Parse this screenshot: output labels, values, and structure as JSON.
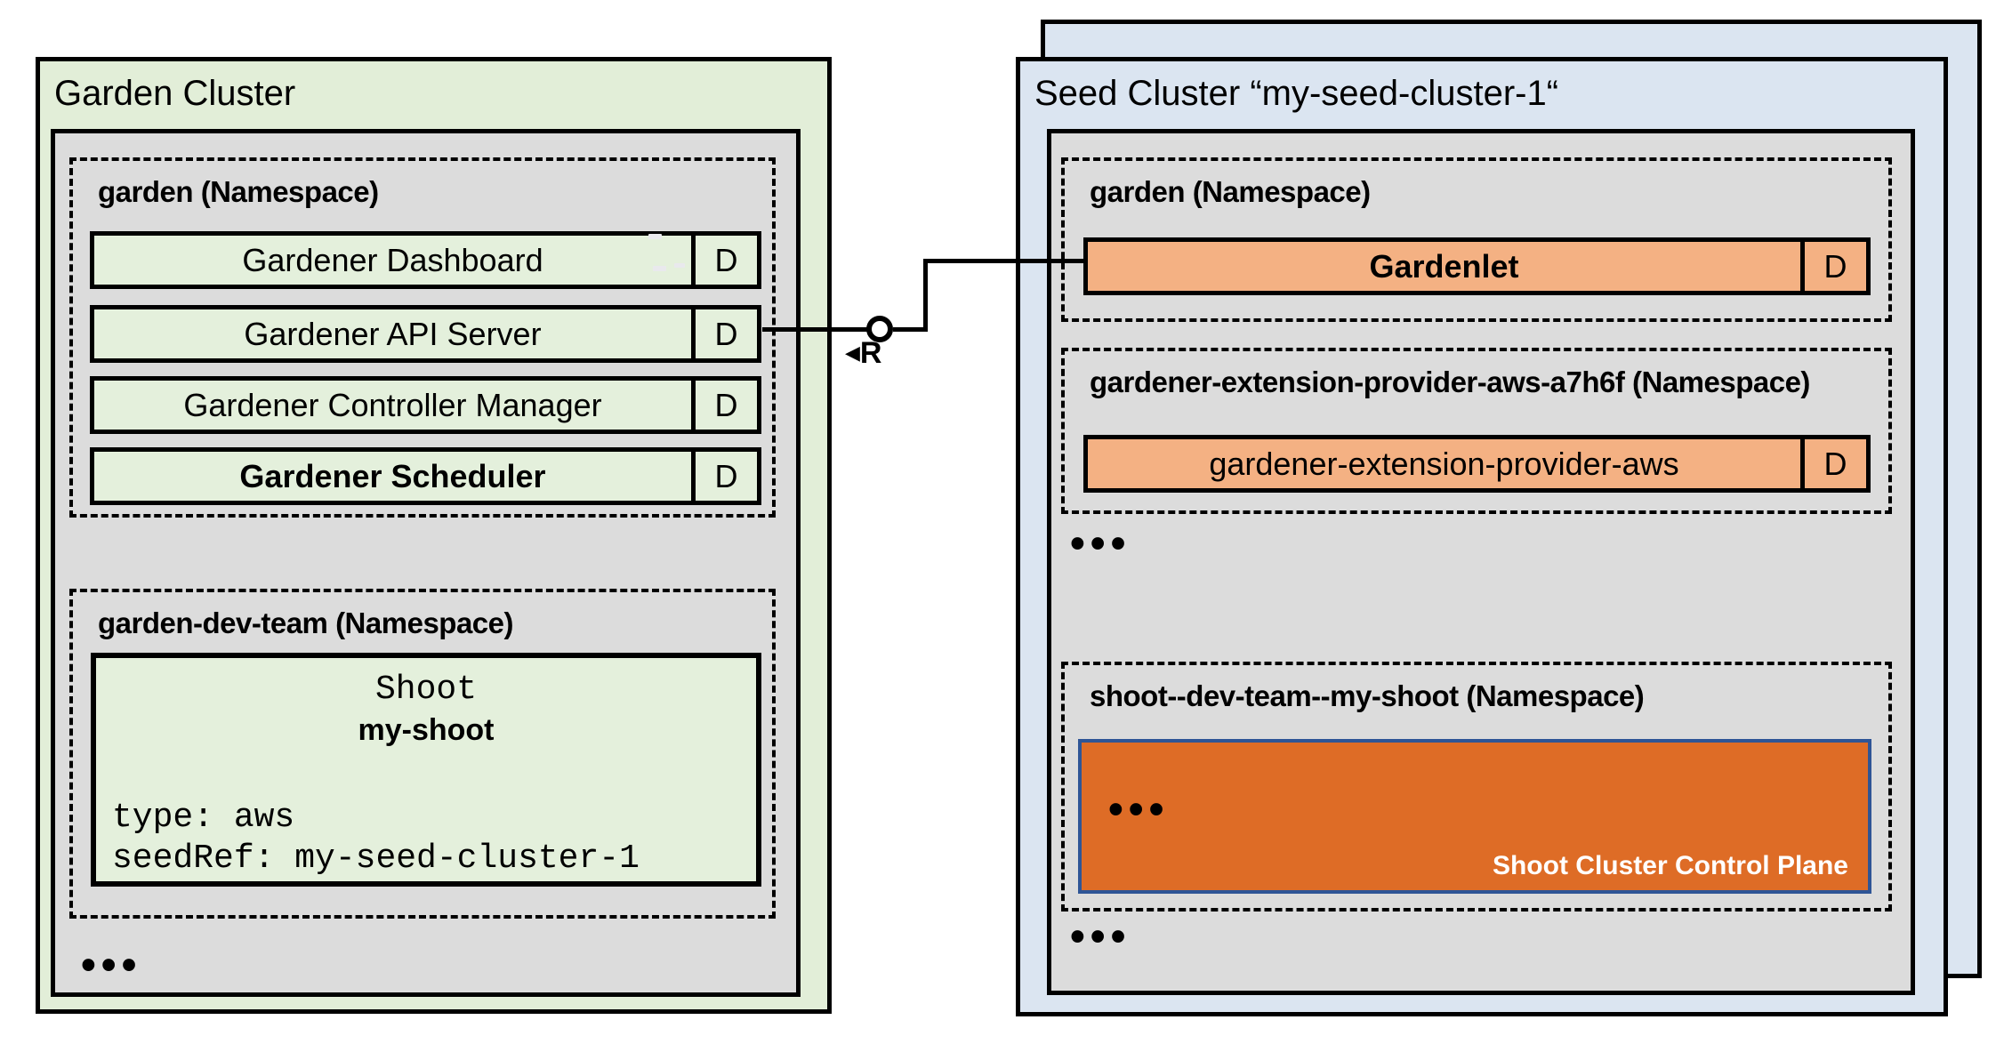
{
  "garden_cluster": {
    "title": "Garden Cluster",
    "garden_namespace": {
      "label": "garden (Namespace)",
      "rows": [
        {
          "label": "Gardener Dashboard",
          "badge": "D"
        },
        {
          "label": "Gardener API Server",
          "badge": "D"
        },
        {
          "label": "Gardener Controller Manager",
          "badge": "D"
        },
        {
          "label": "Gardener Scheduler",
          "badge": "D"
        }
      ]
    },
    "dev_namespace": {
      "label": "garden-dev-team (Namespace)",
      "shoot": {
        "kind": "Shoot",
        "name": "my-shoot",
        "line1": "type: aws",
        "line2": "seedRef: my-seed-cluster-1"
      }
    },
    "ellipsis": "•••"
  },
  "seed_cluster": {
    "title": "Seed Cluster “my-seed-cluster-1“",
    "garden_namespace": {
      "label": "garden (Namespace)",
      "row": {
        "label": "Gardenlet",
        "badge": "D"
      }
    },
    "extension_namespace": {
      "label": "gardener-extension-provider-aws-a7h6f (Namespace)",
      "row": {
        "label": "gardener-extension-provider-aws",
        "badge": "D"
      }
    },
    "ellipsis_mid": "•••",
    "shoot_namespace": {
      "label": "shoot--dev-team--my-shoot (Namespace)",
      "control_plane": {
        "ellipsis": "•••",
        "label": "Shoot Cluster Control Plane"
      }
    },
    "ellipsis_bottom": "•••"
  },
  "connector": {
    "arrow_glyph": "◀",
    "interface_label": "R"
  },
  "colors": {
    "garden_bg": "#e2eed8",
    "component_green": "#e4f0dc",
    "panel_gray": "#dcdcdc",
    "seed_bg": "#dbe5f1",
    "orange_light": "#f4b183",
    "orange_dark": "#de6c26",
    "control_plane_border": "#2e5596",
    "line_black": "#000000"
  }
}
